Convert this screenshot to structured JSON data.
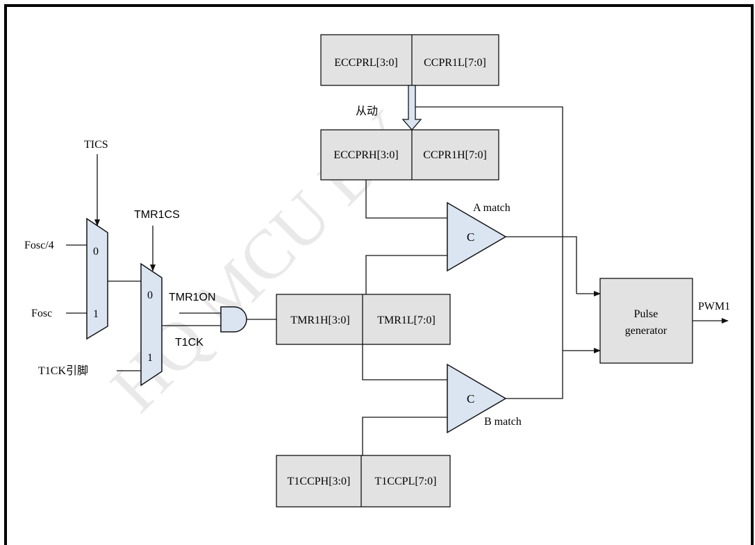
{
  "watermark": "HQ MCU BY",
  "registers": {
    "eccprl": "ECCPRL[3:0]",
    "ccpr1l": "CCPR1L[7:0]",
    "eccprh": "ECCPRH[3:0]",
    "ccpr1h": "CCPR1H[7:0]",
    "tmr1h": "TMR1H[3:0]",
    "tmr1l": "TMR1L[7:0]",
    "t1ccph": "T1CCPH[3:0]",
    "t1ccpl": "T1CCPL[7:0]"
  },
  "labels": {
    "slave": "从动",
    "tics": "TICS",
    "tmr1cs": "TMR1CS",
    "fosc4": "Fosc/4",
    "fosc": "Fosc",
    "t1ck_pin": "T1CK引脚",
    "tmr1on": "TMR1ON",
    "t1ck": "T1CK",
    "a_match": "A match",
    "b_match": "B match",
    "comparator_c": "C",
    "pulse_line1": "Pulse",
    "pulse_line2": "generator",
    "pwm1": "PWM1",
    "mux_in0": "0",
    "mux_in1": "1"
  }
}
